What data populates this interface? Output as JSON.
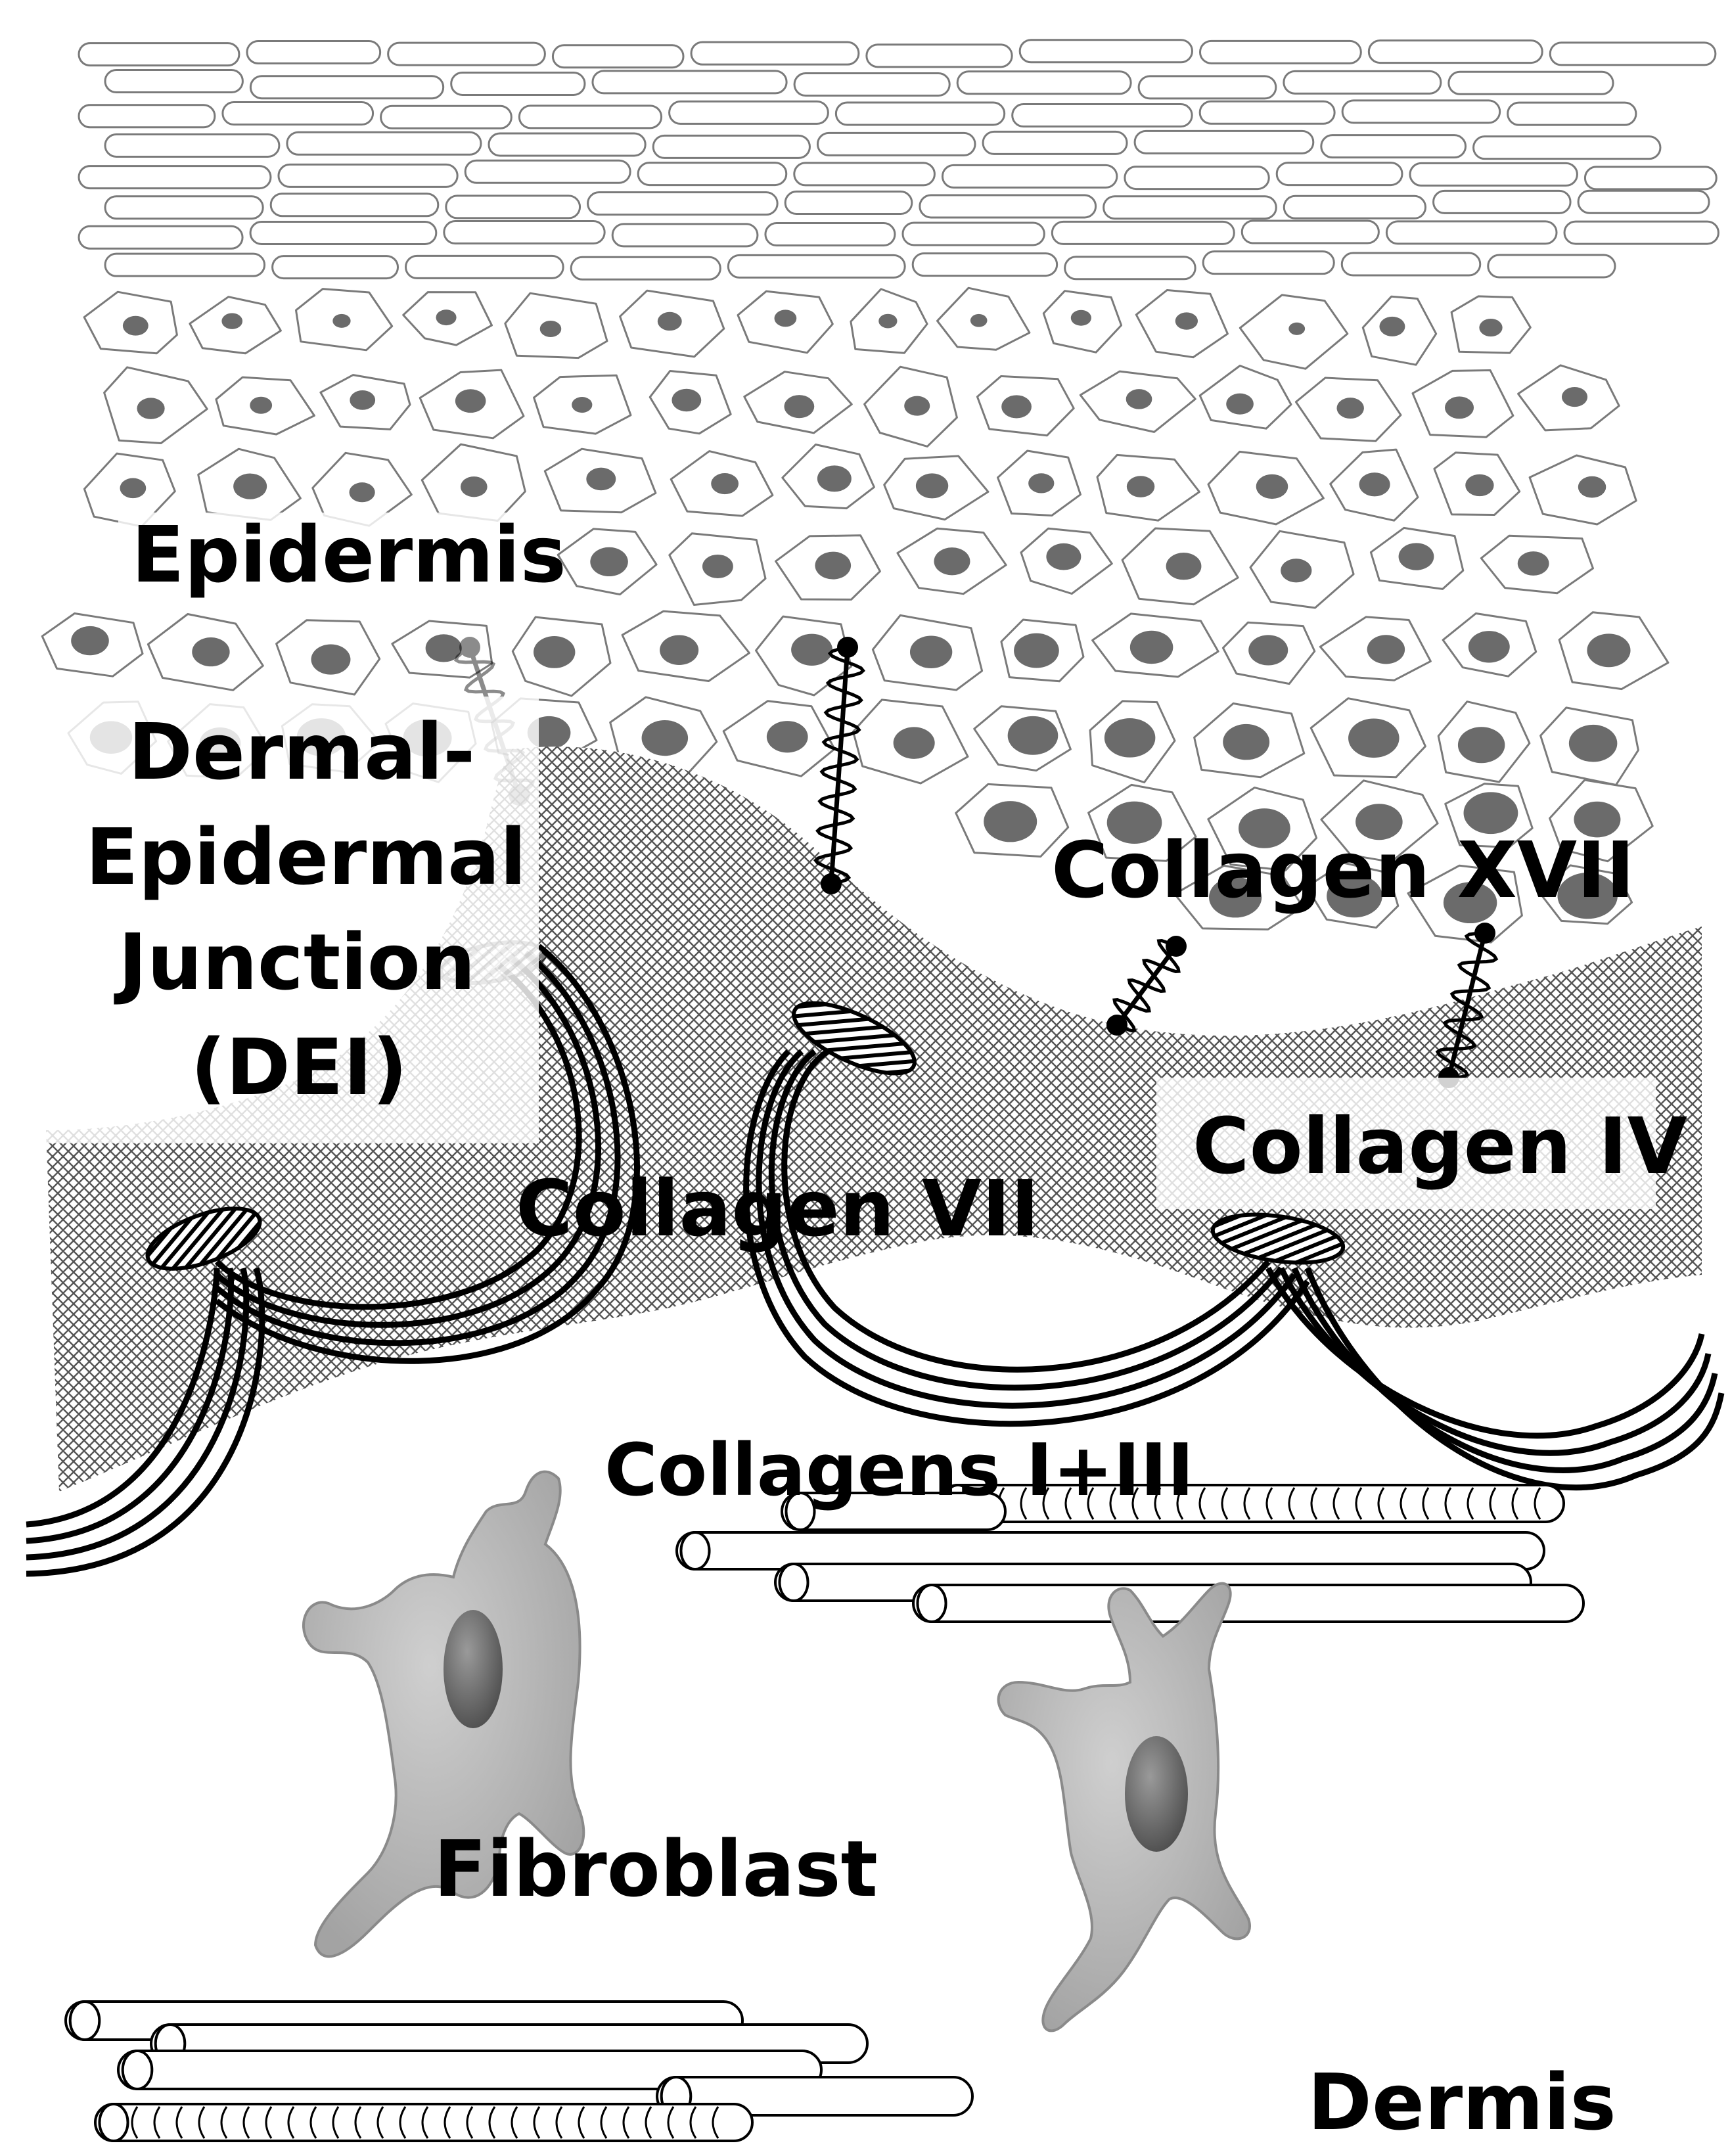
{
  "figure": {
    "labels": {
      "epidermis": "Epidermis",
      "dej_line1": "Dermal-",
      "dej_line2": "Epidermal",
      "dej_line3": "Junction",
      "dej_line4": "(DEI)",
      "collagen_xvii": "Collagen XVII",
      "collagen_iv": "Collagen IV",
      "collagen_vii": "Collagen VII",
      "collagens_i_iii": "Collagens I+III",
      "fibroblast": "Fibroblast",
      "dermis": "Dermis"
    },
    "colors": {
      "cell_outline": "#7a7a7a",
      "nucleus": "#6b6b6b",
      "crosshatch": "#555555",
      "fibroblast_body": "#b8b8b8",
      "fibroblast_nucleus": "#6e6e6e",
      "ink": "#000000"
    }
  }
}
